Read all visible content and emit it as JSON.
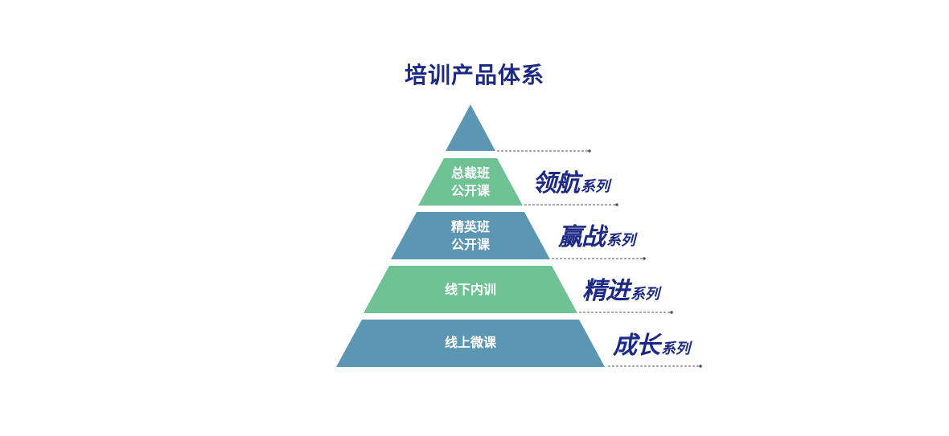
{
  "title": "培训产品体系",
  "tiers": [
    {
      "label": "",
      "series_main": "",
      "series_suffix": ""
    },
    {
      "label": "总裁班\n公开课",
      "series_main": "领航",
      "series_suffix": "系列"
    },
    {
      "label": "精英班\n公开课",
      "series_main": "赢战",
      "series_suffix": "系列"
    },
    {
      "label": "线下内训",
      "series_main": "精进",
      "series_suffix": "系列"
    },
    {
      "label": "线上微课",
      "series_main": "成长",
      "series_suffix": "系列"
    }
  ],
  "colors": {
    "blue_tier": "#5b97b3",
    "green_tier": "#6fc294",
    "title": "#1c2a86",
    "accent_red": "#e0251c",
    "leader_line": "#555555"
  }
}
